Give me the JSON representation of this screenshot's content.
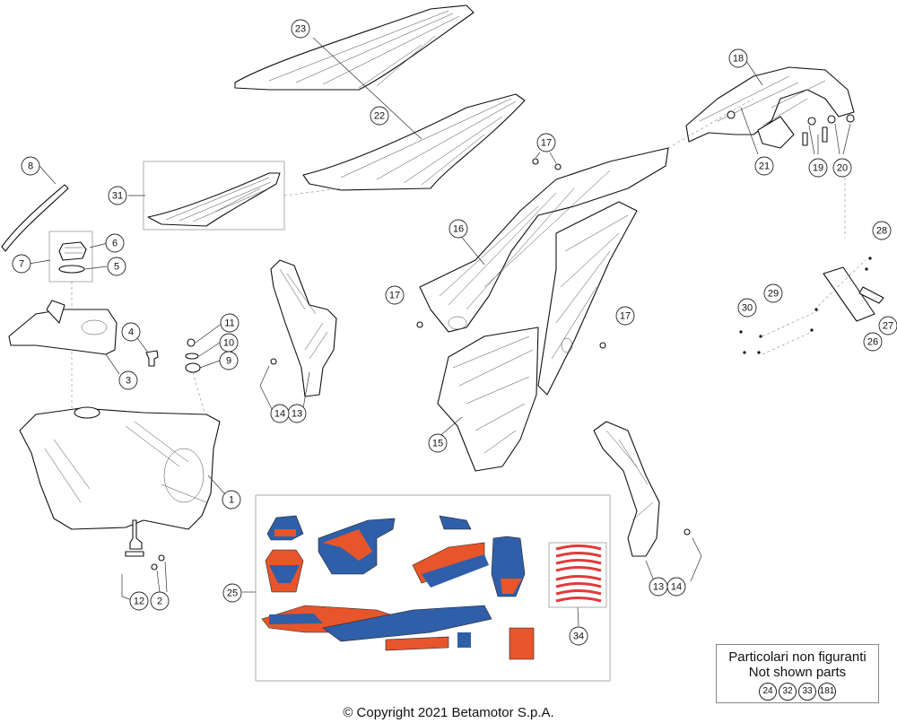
{
  "callouts": [
    {
      "id": "c1",
      "label": "1"
    },
    {
      "id": "c2",
      "label": "2"
    },
    {
      "id": "c3",
      "label": "3"
    },
    {
      "id": "c4",
      "label": "4"
    },
    {
      "id": "c5",
      "label": "5"
    },
    {
      "id": "c6",
      "label": "6"
    },
    {
      "id": "c7",
      "label": "7"
    },
    {
      "id": "c8",
      "label": "8"
    },
    {
      "id": "c9",
      "label": "9"
    },
    {
      "id": "c10",
      "label": "10"
    },
    {
      "id": "c11",
      "label": "11"
    },
    {
      "id": "c12",
      "label": "12"
    },
    {
      "id": "c13a",
      "label": "13"
    },
    {
      "id": "c13b",
      "label": "13"
    },
    {
      "id": "c14a",
      "label": "14"
    },
    {
      "id": "c14b",
      "label": "14"
    },
    {
      "id": "c15",
      "label": "15"
    },
    {
      "id": "c16",
      "label": "16"
    },
    {
      "id": "c17a",
      "label": "17"
    },
    {
      "id": "c17b",
      "label": "17"
    },
    {
      "id": "c17c",
      "label": "17"
    },
    {
      "id": "c18",
      "label": "18"
    },
    {
      "id": "c19",
      "label": "19"
    },
    {
      "id": "c20",
      "label": "20"
    },
    {
      "id": "c21",
      "label": "21"
    },
    {
      "id": "c22",
      "label": "22"
    },
    {
      "id": "c23",
      "label": "23"
    },
    {
      "id": "c25",
      "label": "25"
    },
    {
      "id": "c26",
      "label": "26"
    },
    {
      "id": "c27",
      "label": "27"
    },
    {
      "id": "c28",
      "label": "28"
    },
    {
      "id": "c29",
      "label": "29"
    },
    {
      "id": "c30",
      "label": "30"
    },
    {
      "id": "c31",
      "label": "31"
    },
    {
      "id": "c34",
      "label": "34"
    }
  ],
  "not_shown": {
    "line1": "Particolari non figuranti",
    "line2": "Not shown parts",
    "refs": [
      "24",
      "32",
      "33",
      "181"
    ]
  },
  "copyright": "© Copyright 2021 Betamotor S.p.A.",
  "colors": {
    "decal_blue": "#2f5fa8",
    "decal_orange": "#e8552b",
    "decal_red": "#e23a3a"
  }
}
